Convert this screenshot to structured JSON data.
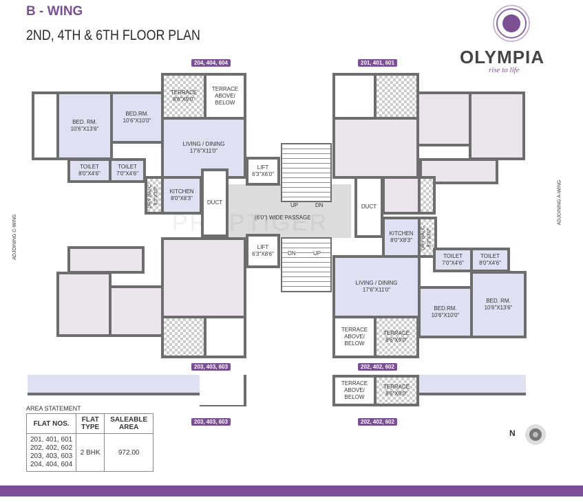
{
  "header": {
    "wing": "B - WING",
    "title": "2ND, 4TH & 6TH FLOOR PLAN"
  },
  "logo": {
    "name": "OLYMPIA",
    "tagline": "rise to life",
    "accent": "#7b4f93"
  },
  "flat_tags": {
    "top_left": "204, 404, 604",
    "top_right": "201, 401, 601",
    "bottom_left": "203, 403, 603",
    "bottom_right": "202, 402, 602",
    "strip_left": "203, 403, 603",
    "strip_right": "202, 402, 602"
  },
  "adjoining": {
    "left": "ADJOINING C-WING",
    "right": "ADJOINING A-WING"
  },
  "rooms": {
    "bed_large": "BED. RM.",
    "bed_large_size": "10'6\"X13'6\"",
    "bed_small": "BED.RM.",
    "bed_small_size": "10'6\"X10'0\"",
    "toilet": "TOILET",
    "toilet_a_size": "8'0\"X4'6\"",
    "toilet_b_size": "7'0\"X4'6\"",
    "living": "LIVING / DINING",
    "living_size": "17'6\"X11'0\"",
    "kitchen": "KITCHEN",
    "kitchen_size": "8'0\"X8'3\"",
    "dry_balc": "DRY BALC.",
    "dry_balc_size": "8'3\"X3'0\"",
    "terrace": "TERRACE",
    "terrace_size": "8'6\"X9'0\"",
    "terrace_ab": "TERRACE ABOVE/ BELOW",
    "duct": "DUCT",
    "lift_top": "LIFT",
    "lift_top_size": "6'3\"X6'0\"",
    "lift_bottom": "LIFT",
    "lift_bottom_size": "6'3\"X8'6\"",
    "passage": "(6'0\") WIDE PASSAGE",
    "up": "UP",
    "dn": "DN"
  },
  "area_statement": {
    "title": "AREA STATEMENT",
    "headers": [
      "FLAT NOS.",
      "FLAT TYPE",
      "SALEABLE AREA"
    ],
    "flat_nos": [
      "201, 401, 601",
      "202, 402, 602",
      "203, 403, 603",
      "204, 404, 604"
    ],
    "type": "2 BHK",
    "area": "972.00"
  },
  "compass": {
    "label": "N"
  },
  "watermark": "PROPTIGER"
}
